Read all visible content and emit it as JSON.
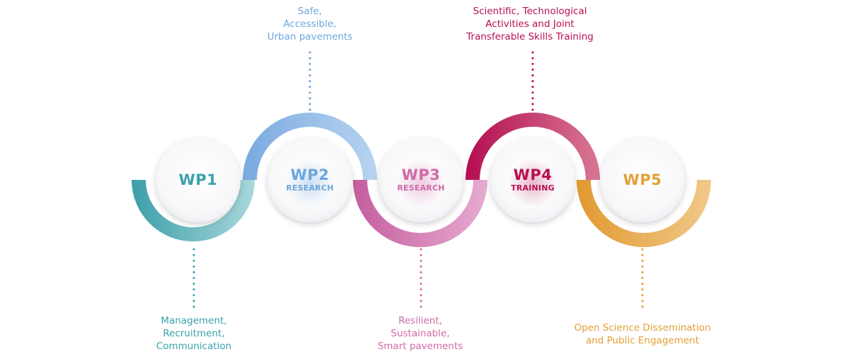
{
  "colors": {
    "wp1": "#3aa1ad",
    "wp2": "#6ca6dc",
    "wp3": "#cf6aa8",
    "wp4": "#b80f52",
    "wp5": "#e39f36"
  },
  "work_packages": [
    {
      "id": "WP1",
      "subtitle": "",
      "description_lines": [
        "Management,",
        "Recruitment,",
        "Communication"
      ]
    },
    {
      "id": "WP2",
      "subtitle": "RESEARCH",
      "description_lines": [
        "Safe,",
        "Accessible,",
        "Urban pavements"
      ]
    },
    {
      "id": "WP3",
      "subtitle": "RESEARCH",
      "description_lines": [
        "Resilient,",
        "Sustainable,",
        "Smart pavements"
      ]
    },
    {
      "id": "WP4",
      "subtitle": "TRAINING",
      "description_lines": [
        "Scientific, Technological",
        "Activities and Joint",
        "Transferable Skills Training"
      ]
    },
    {
      "id": "WP5",
      "subtitle": "",
      "description_lines": [
        "Open Science Dissemination",
        "and Public Engagement"
      ]
    }
  ]
}
